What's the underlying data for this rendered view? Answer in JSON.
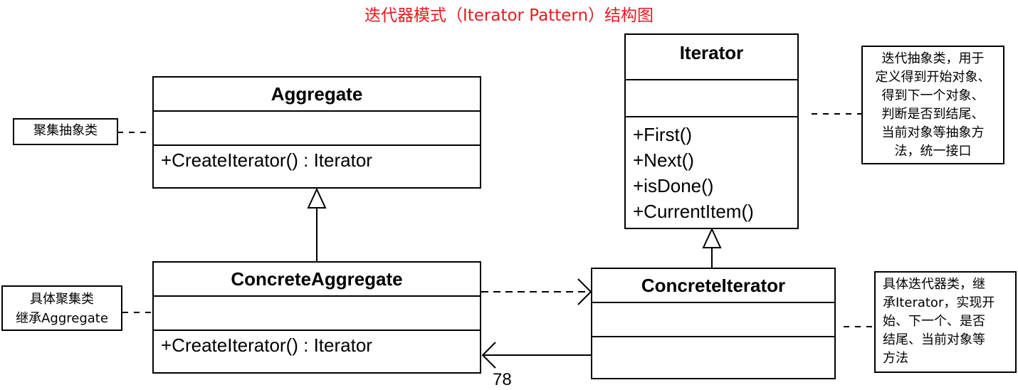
{
  "title": "迭代器模式（Iterator Pattern）结构图",
  "classes": {
    "aggregate": {
      "name": "Aggregate",
      "operations": [
        "+CreateIterator()  : Iterator"
      ]
    },
    "concrete_aggregate": {
      "name": "ConcreteAggregate",
      "operations": [
        "+CreateIterator()  : Iterator"
      ]
    },
    "iterator": {
      "name": "Iterator",
      "operations": [
        "+First()",
        "+Next()",
        "+isDone()",
        "+CurrentItem()"
      ]
    },
    "concrete_iterator": {
      "name": "ConcreteIterator",
      "operations": []
    }
  },
  "notes": {
    "aggregate_note": {
      "lines": [
        "聚集抽象类"
      ]
    },
    "concrete_aggregate_note": {
      "lines": [
        "具体聚集类",
        "继承Aggregate"
      ]
    },
    "iterator_note": {
      "lines": [
        "迭代抽象类，用于",
        "定义得到开始对象、",
        "得到下一个对象、",
        "判断是否到结尾、",
        "当前对象等抽象方",
        "法，统一接口"
      ]
    },
    "concrete_iterator_note": {
      "lines": [
        "具体迭代器类，继",
        "承Iterator，实现开",
        "始、下一个、是否",
        "结尾、当前对象等",
        "方法"
      ]
    }
  },
  "page_number": "78"
}
